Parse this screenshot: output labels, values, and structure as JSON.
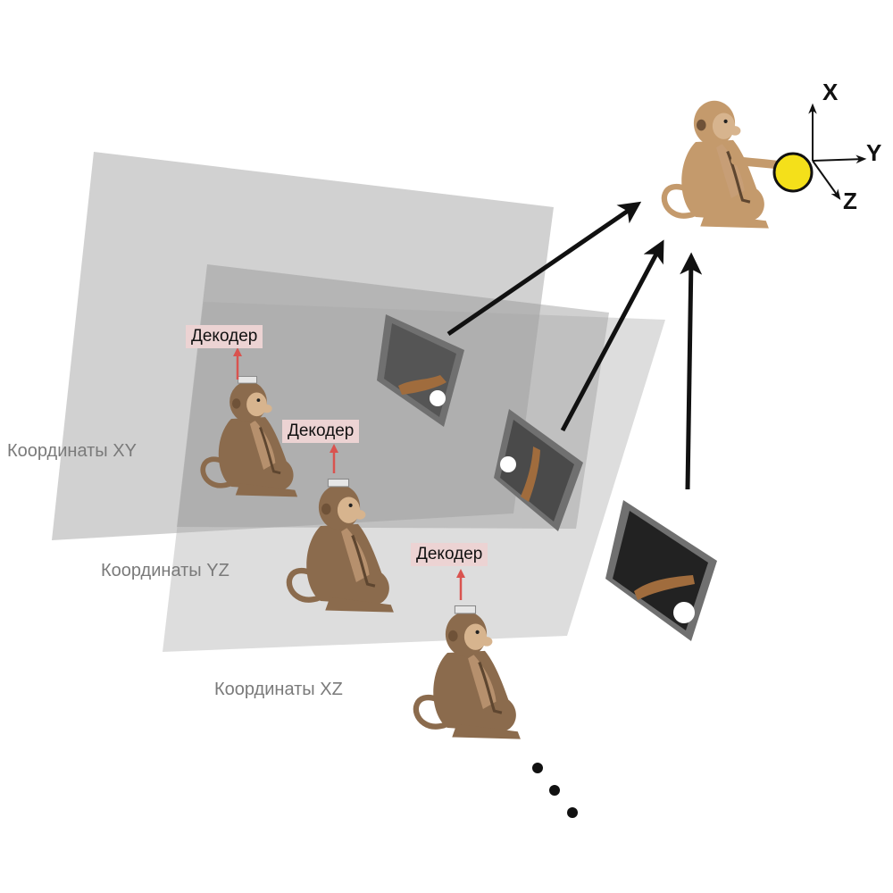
{
  "planes": {
    "xy_label": "Координаты XY",
    "yz_label": "Координаты YZ",
    "xz_label": "Координаты XZ"
  },
  "decoders": {
    "d1": "Декодер",
    "d2": "Декодер",
    "d3": "Декодер"
  },
  "axes": {
    "x": "X",
    "y": "Y",
    "z": "Z"
  },
  "colors": {
    "plane": "#9a9a9a",
    "monkey_dark": "#8b6b4d",
    "monkey_light": "#c49a6c",
    "decoder_arrow": "#d9534f",
    "target": "#f4e01a",
    "screen_frame": "#707070",
    "arrow": "#111111"
  }
}
